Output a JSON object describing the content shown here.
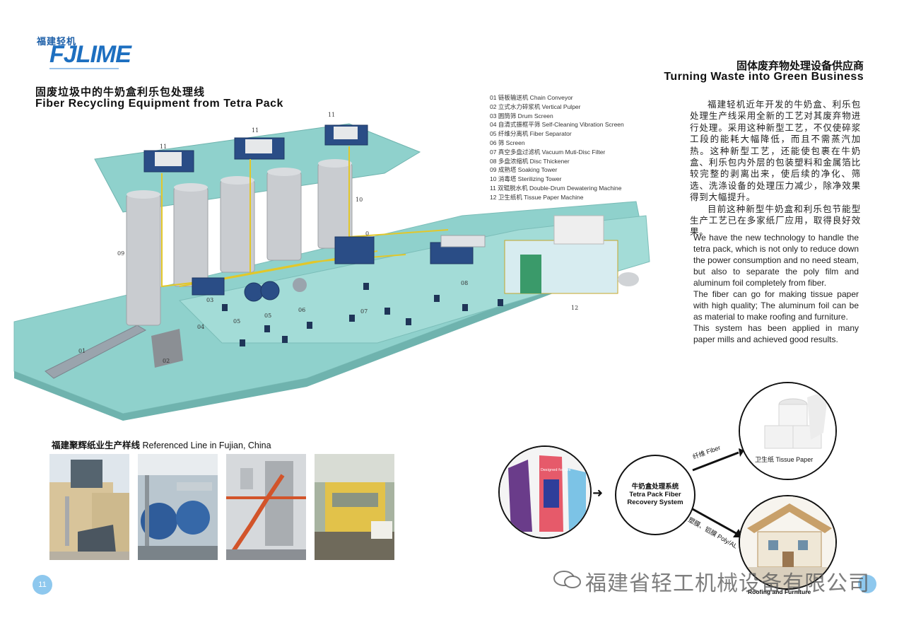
{
  "logo": {
    "cn": "福建轻机",
    "en": "FJLIME"
  },
  "header": {
    "title_cn": "固废垃圾中的牛奶盒利乐包处理线",
    "title_en": "Fiber Recycling Equipment from Tetra Pack",
    "right_cn": "固体废弃物处理设备供应商",
    "right_en": "Turning Waste into Green Business"
  },
  "legend": [
    "01 链板输送机 Chain Conveyor",
    "02 立式水力碎浆机 Vertical Pulper",
    "03 圆筒筛 Drum Screen",
    "04 自清式振框平筛 Self-Cleaning Vibration Screen",
    "05 纤维分离机 Fiber Separator",
    "06 筛 Screen",
    "07 真空多盘过滤机 Vacuum Muti-Disc Filter",
    "08 多盘浓缩机 Disc Thickener",
    "09 成熟塔 Soaking Tower",
    "10 消毒塔 Sterilizing Tower",
    "11 双辊脱水机 Double-Drum Dewatering Machine",
    "12 卫生纸机 Tissue Paper Machine"
  ],
  "plant_labels": {
    "l01": "01",
    "l02": "02",
    "l03": "03",
    "l04": "04",
    "l05": "05",
    "l05b": "05",
    "l06": "06",
    "l07": "07",
    "l08": "08",
    "l09": "09",
    "l10": "10",
    "l11a": "11",
    "l11b": "11",
    "l11c": "11",
    "l12": "12",
    "l0": "0"
  },
  "description_cn": [
    "福建轻机近年开发的牛奶盒、利乐包处理生产线采用全新的工艺对其废弃物进行处理。采用这种新型工艺，不仅使碎浆工段的能耗大幅降低，而且不需蒸汽加热。这种新型工艺，还能使包裹在牛奶盒、利乐包内外层的包装塑料和金属箔比较完整的剥离出来，使后续的净化、筛选、洗涤设备的处理压力减少，除净效果得到大幅提升。",
    "目前这种新型牛奶盒和利乐包节能型生产工艺已在多家纸厂应用，取得良好效果。"
  ],
  "description_en": [
    "We have the new technology to handle the tetra pack, which is not only to reduce down the power consumption and no need steam, but also to separate the poly film and aluminum foil completely from fiber.",
    "The fiber can go for making tissue paper with high quality; The aluminum foil can be as material to make roofing and furniture.",
    "This system has been applied in many paper mills and achieved good results."
  ],
  "reference": {
    "label_cn": "福建聚辉纸业生产样线",
    "label_en": "Referenced Line in Fujian, China"
  },
  "flow": {
    "system_cn": "牛奶盒处理系统",
    "system_en": "Tetra Pack Fiber Recovery System",
    "fiber": "纤维 Fiber",
    "poly": "塑膜、铝膜 Poly/AL",
    "tissue": "卫生纸 Tissue Paper",
    "roofing": "Roofing and Furniture",
    "carton_text": "Designed for Life"
  },
  "page_number": "11",
  "watermark": "福建省轻工机械设备有限公司",
  "colors": {
    "platform": "#8fd1cc",
    "tower": "#c9ccd0",
    "machine_blue": "#2a4d86",
    "accent": "#8ec8ee"
  }
}
